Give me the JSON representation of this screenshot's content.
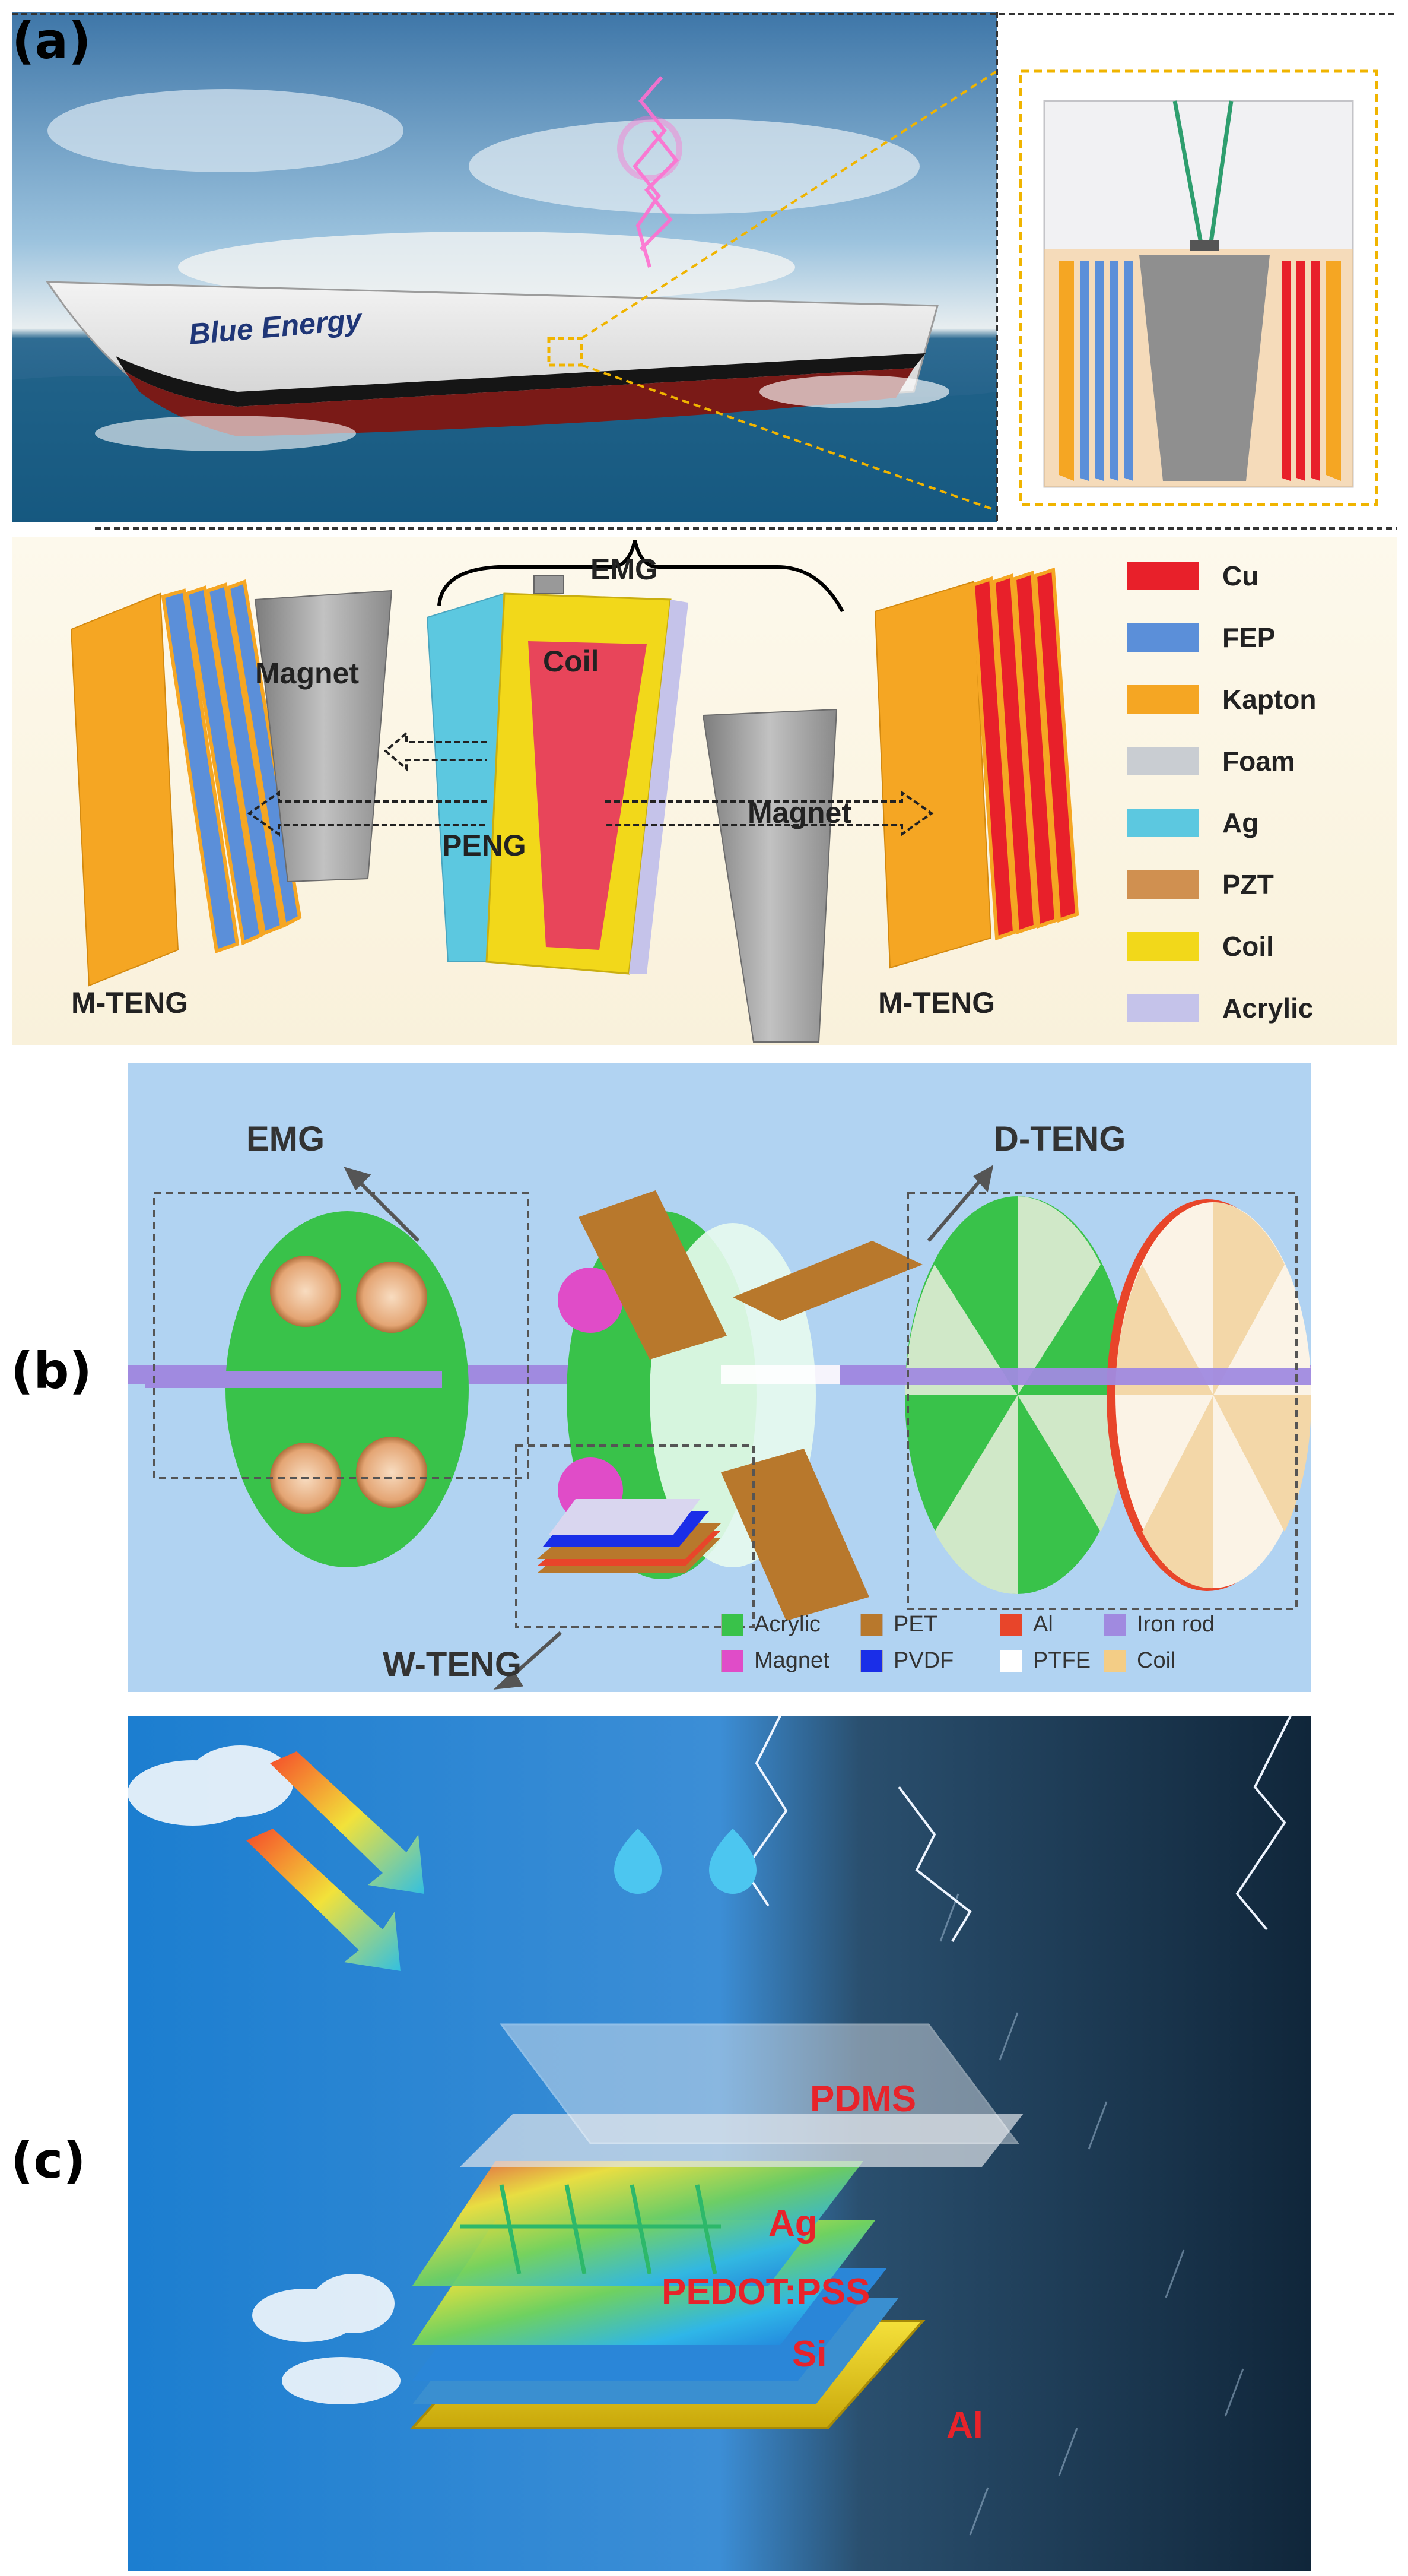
{
  "panels": {
    "a": {
      "label": "(a)",
      "ship_text": "Blue Energy",
      "labels": {
        "emg": "EMG",
        "magnet_left": "Magnet",
        "magnet_right": "Magnet",
        "coil": "Coil",
        "peng": "PENG",
        "mteng_left": "M-TENG",
        "mteng_right": "M-TENG"
      },
      "legend": [
        {
          "label": "Cu",
          "color": "#e8202a"
        },
        {
          "label": "FEP",
          "color": "#5b8fd9"
        },
        {
          "label": "Kapton",
          "color": "#f5a623"
        },
        {
          "label": "Foam",
          "color": "#c9cdd2"
        },
        {
          "label": "Ag",
          "color": "#5cc8e0"
        },
        {
          "label": "PZT",
          "color": "#d09050"
        },
        {
          "label": "Coil",
          "color": "#f2d81a"
        },
        {
          "label": "Acrylic",
          "color": "#c5c3ea"
        }
      ]
    },
    "b": {
      "label": "(b)",
      "labels": {
        "emg": "EMG",
        "dteng": "D-TENG",
        "wteng": "W-TENG"
      },
      "legend": [
        {
          "label": "Acrylic",
          "color": "#39c24a"
        },
        {
          "label": "PET",
          "color": "#b8782c"
        },
        {
          "label": "Al",
          "color": "#e8452a"
        },
        {
          "label": "Iron rod",
          "color": "#a08ae0"
        },
        {
          "label": "Magnet",
          "color": "#e04cc8"
        },
        {
          "label": "PVDF",
          "color": "#1a2ee8"
        },
        {
          "label": "PTFE",
          "color": "#ffffff"
        },
        {
          "label": "Coil",
          "color": "#f3cd86"
        }
      ]
    },
    "c": {
      "label": "(c)",
      "layers": [
        "PDMS",
        "Ag",
        "PEDOT:PSS",
        "Si",
        "Al"
      ]
    }
  }
}
